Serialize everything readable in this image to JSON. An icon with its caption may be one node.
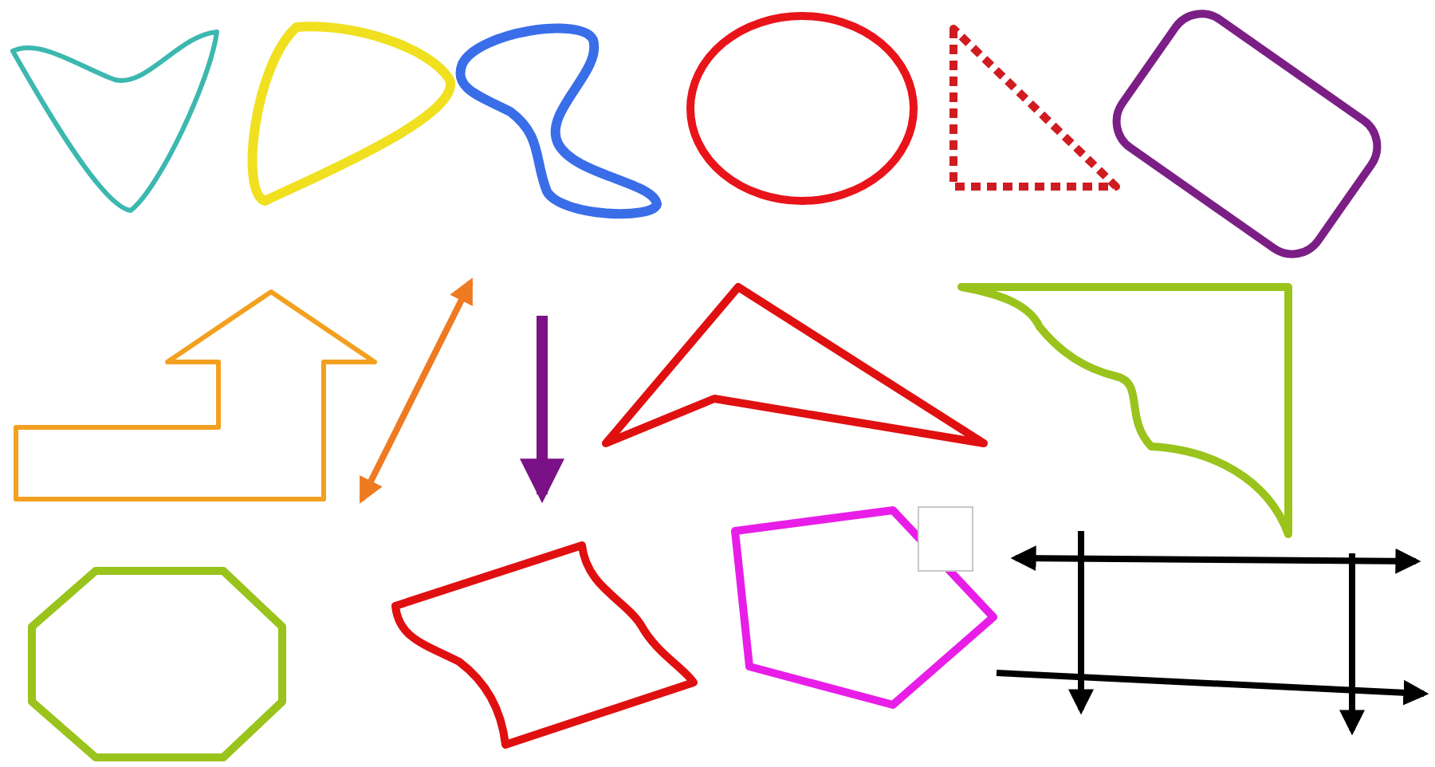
{
  "diagram": {
    "nodes": [
      {
        "text": [],
        "shape": "blob"
      },
      {
        "text": [],
        "shape": "triangle"
      },
      {
        "text": [],
        "shape": "loop"
      },
      {
        "text": [],
        "shape": "circle"
      },
      {
        "text": [],
        "shape": "triangle"
      },
      {
        "text": [],
        "shape": "box"
      },
      {
        "text": [],
        "shape": "arrow"
      },
      {
        "text": [],
        "shape": "triangle"
      },
      {
        "text": [],
        "shape": "bracket"
      },
      {
        "text": [],
        "shape": "octagon"
      },
      {
        "text": [],
        "shape": "banner"
      },
      {
        "text": [],
        "shape": "pentagon"
      }
    ]
  }
}
